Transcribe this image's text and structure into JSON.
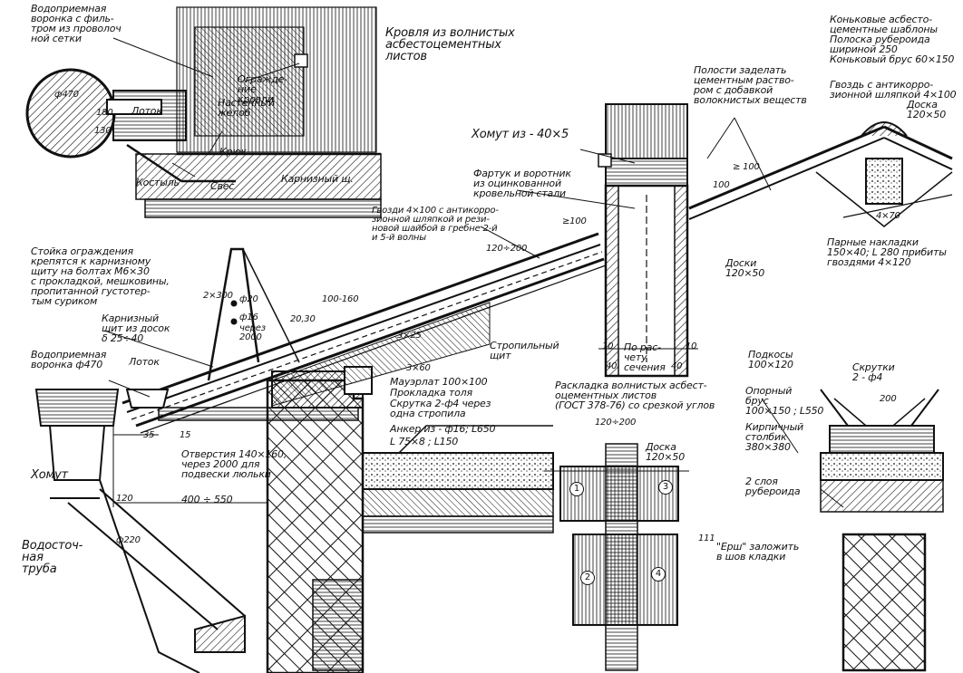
{
  "labels": {
    "funnel_filter": "Водоприемная\nворонка с филь-\nтром из проволоч\nной сетки",
    "roof_wavy": "Кровля из волнистых\nасбестоцементных\nлистов",
    "ridge_title": "Коньковые асбесто-\nцементные шаблоны\nПолоска рубероида\nшириной 250\nКоньковый брус 60×150",
    "fill_cavities": "Полости заделать\nцементным раство-\nром с добавкой\nволокнистых веществ",
    "nails_anticorr": "Гвоздь с антикорро-\nзионной шляпкой 4×100",
    "board_120x50": "Доска\n120×50",
    "clamp_40x5": "Хомут из - 40×5",
    "apron": "Фартук и воротник\nиз оцинкованной\nкровельной стали",
    "nails_rubber": "Гвозди 4×100 с антикорро-\nзионной шляпкой и рези-\nновой шайбой в гребне 2-й\nи 5-й волны",
    "stand_fence": "Стойка ограждения\nкрепятся к карнизному\nщиту на болтах М6×30\nс прокладкой, мешковины,\nпропитанной густотер-\nтым суриком",
    "cornice_shield": "Карнизный\nщит из досок\nδ 25÷40",
    "funnel_470": "Водоприемная\nворонка ф470",
    "gutter": "Лоток",
    "gutter_top": "Лоток",
    "clamp": "Хомут",
    "drainpipe": "Водосточ-\nная\nтруба",
    "rafter_shield": "Стропильный\nщит",
    "boards_120x50": "Доски\n120×50",
    "paired_pads": "Парные накладки\n150×40; L 280 прибиты\nгвоздями 4×120",
    "mauerlat": "Мауэрлат 100×100",
    "tar_pad": "Прокладка толя",
    "twist": "Скрутка 2-ф4 через\nодна стропила",
    "anchor": "Анкер из - ф16; L650",
    "angle": "L 75×8 ; L150",
    "holes": "Отверстия 140×160,\nчерез 2000 для\nподвески люльки",
    "dim_400_550": "400 ÷ 550",
    "layout_title": "Раскладка волнистых асбест-\nоцементных листов\n(ГОСТ 378-76) со срезкой углов",
    "layout_board": "Доска\n120×50",
    "struts": "Подкосы\n100×120",
    "twists_2f4": "Скрутки\n2 - ф4",
    "support_beam": "Опорный\nбрус\n100×150 ; L550",
    "brick_pillar": "Кирпичный\nстолбик\n380×380",
    "ruberoid_2": "2 слоя\nрубероида",
    "ersh": "\"Ерш\" заложить\nв шов кладки",
    "guard": "Огражде-\nние\nкровли",
    "wall_gutter": "Настенный\nжелоб",
    "hook": "Крюк",
    "crutch": "Костыль",
    "overhang": "Свес",
    "cornice_shield_plan": "Карнизный щ."
  },
  "dims": {
    "d470": "ф470",
    "d130": "130",
    "d180": "180",
    "d25": "35",
    "d15": "15",
    "d120": "120",
    "d220": "ф220",
    "d2x300": "2×300",
    "phi20": "ф20",
    "phi16": "ф16",
    "through2000": "через\n2000",
    "d20_30": "20,30",
    "d100_160": "100-160",
    "d3x25": "3×25",
    "d3x60": "3×60",
    "d120_200": "120÷200",
    "ge100": "≥100",
    "ge100b": "≥ 100",
    "d100": "100",
    "d10a": "10",
    "d10b": "10",
    "d40a": "40",
    "d40b": "40",
    "by_section": "По рас-\nчету\nсечения",
    "d4x70": "4×70",
    "layout_120_200": "120÷200",
    "d111": "111",
    "d200": "200",
    "n1": "1",
    "n2": "2",
    "n3": "3",
    "n4": "4"
  }
}
